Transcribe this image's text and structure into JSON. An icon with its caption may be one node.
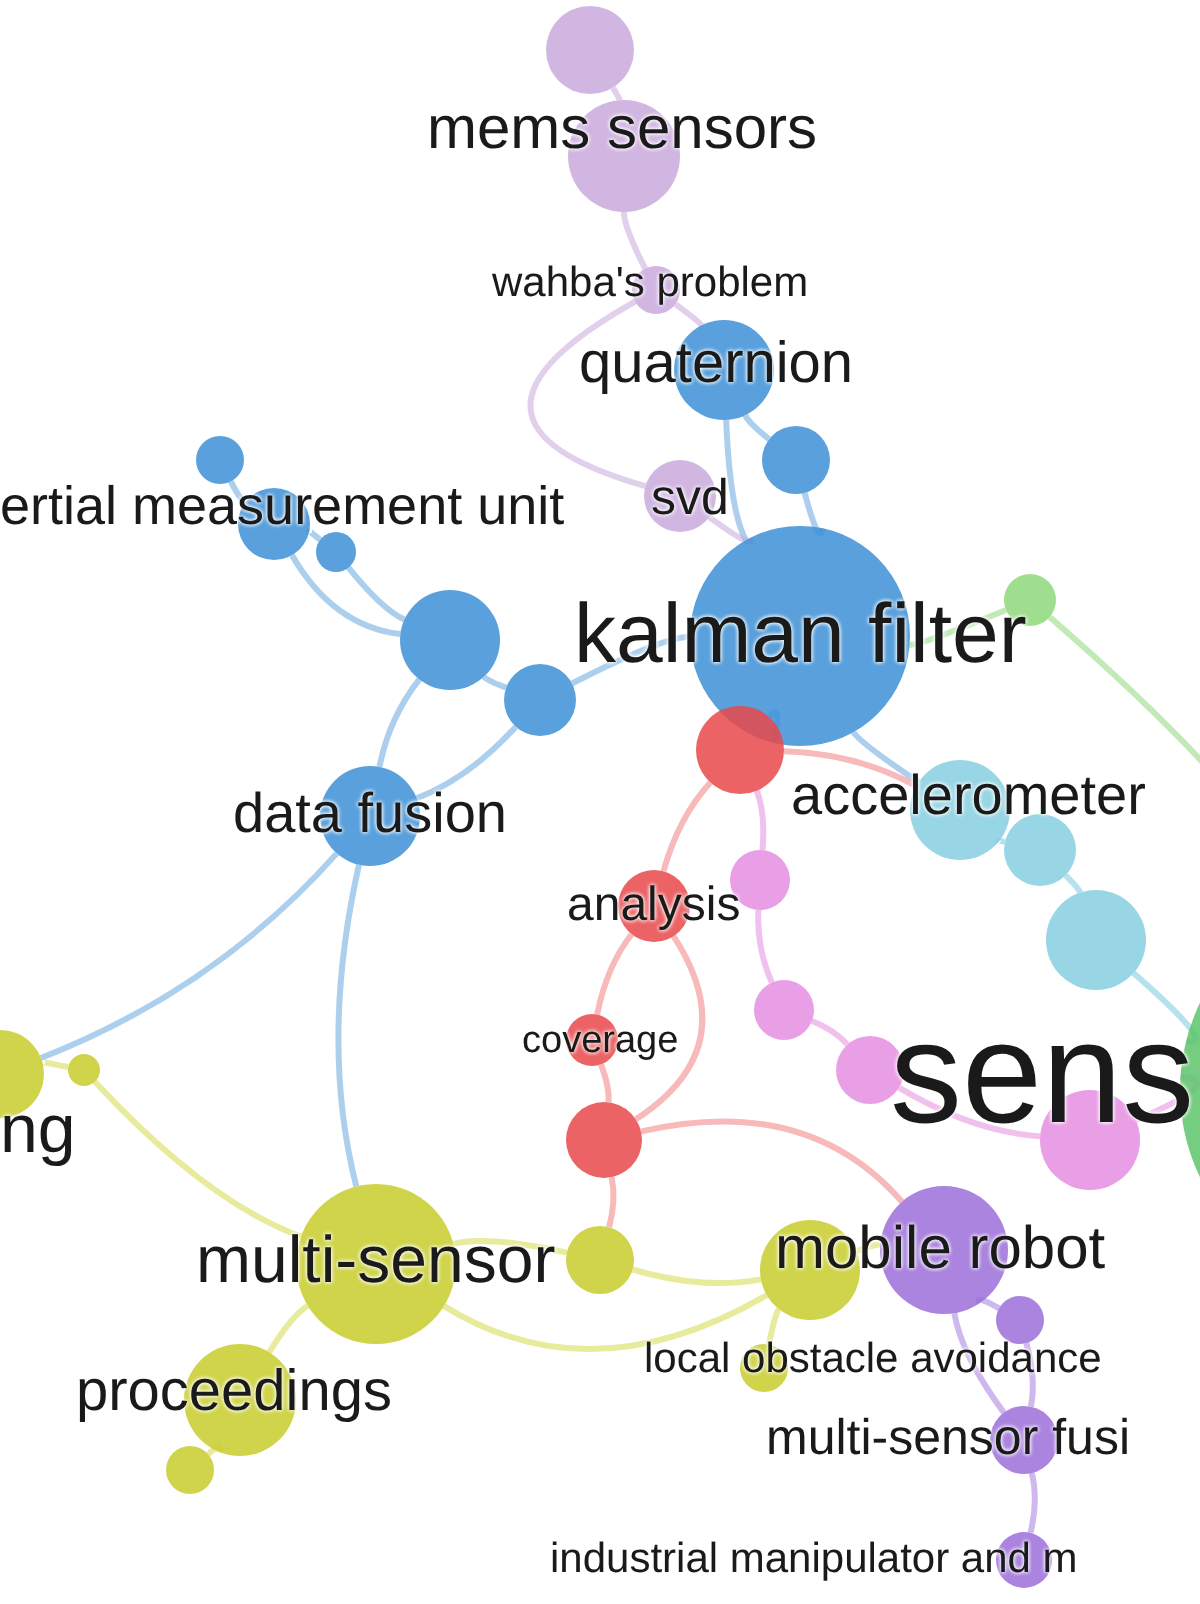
{
  "diagram": {
    "nodes": [
      {
        "text": [
          "mems sensors"
        ]
      },
      {
        "text": [
          "wahba's problem"
        ]
      },
      {
        "text": [
          "quaternion"
        ]
      },
      {
        "text": [
          "ertial measurement unit"
        ]
      },
      {
        "text": [
          "svd"
        ]
      },
      {
        "text": [
          "kalman filter"
        ]
      },
      {
        "text": [
          "data fusion"
        ]
      },
      {
        "text": [
          "accelerometer"
        ]
      },
      {
        "text": [
          "analysis"
        ]
      },
      {
        "text": [
          "coverage"
        ]
      },
      {
        "text": [
          "sens"
        ]
      },
      {
        "text": [
          "ng"
        ]
      },
      {
        "text": [
          "multi-sensor"
        ]
      },
      {
        "text": [
          "mobile robot"
        ]
      },
      {
        "text": [
          "local obstacle avoidance"
        ]
      },
      {
        "text": [
          "proceedings"
        ]
      },
      {
        "text": [
          "multi-sensor fusi"
        ]
      },
      {
        "text": [
          "industrial manipulator and m"
        ]
      },
      {
        "text": [],
        "shape": "circle"
      },
      {
        "text": [],
        "shape": "circle"
      },
      {
        "text": [],
        "shape": "circle"
      },
      {
        "text": [],
        "shape": "circle"
      },
      {
        "text": [],
        "shape": "circle"
      },
      {
        "text": [],
        "shape": "circle"
      },
      {
        "text": [],
        "shape": "circle"
      },
      {
        "text": [],
        "shape": "circle"
      },
      {
        "text": [],
        "shape": "circle"
      },
      {
        "text": [],
        "shape": "circle"
      },
      {
        "text": [],
        "shape": "circle"
      },
      {
        "text": [],
        "shape": "circle"
      },
      {
        "text": [],
        "shape": "circle"
      },
      {
        "text": [],
        "shape": "circle"
      },
      {
        "text": [],
        "shape": "circle"
      },
      {
        "text": [],
        "shape": "circle"
      },
      {
        "text": [],
        "shape": "circle"
      },
      {
        "text": [],
        "shape": "circle"
      },
      {
        "text": [],
        "shape": "circle"
      },
      {
        "text": [],
        "shape": "circle"
      }
    ],
    "edges": [
      {
        "from": 18,
        "to": 0,
        "arrow": "none",
        "color": "#c9a9dc"
      },
      {
        "from": 0,
        "to": 1,
        "arrow": "none",
        "color": "#c9a9dc"
      },
      {
        "from": 1,
        "to": 2,
        "arrow": "none",
        "color": "#c9a9dc"
      },
      {
        "from": 1,
        "to": 4,
        "arrow": "none",
        "color": "#c9a9dc"
      },
      {
        "from": 2,
        "to": 19,
        "arrow": "none"
      },
      {
        "from": 19,
        "to": 5,
        "arrow": "none"
      },
      {
        "from": 2,
        "to": 5,
        "arrow": "none"
      },
      {
        "from": 4,
        "to": 5,
        "arrow": "none",
        "color": "#c9a9dc"
      },
      {
        "from": 20,
        "to": 3,
        "arrow": "none"
      },
      {
        "from": 3,
        "to": 21,
        "arrow": "none"
      },
      {
        "from": 21,
        "to": 22,
        "arrow": "none"
      },
      {
        "from": 3,
        "to": 22,
        "arrow": "none"
      },
      {
        "from": 22,
        "to": 23,
        "arrow": "none"
      },
      {
        "from": 23,
        "to": 5,
        "arrow": "none"
      },
      {
        "from": 22,
        "to": 6,
        "arrow": "none"
      },
      {
        "from": 23,
        "to": 6,
        "arrow": "none"
      },
      {
        "from": 6,
        "to": 12,
        "arrow": "none"
      },
      {
        "from": 6,
        "to": 11,
        "arrow": "none"
      },
      {
        "from": 5,
        "to": 24,
        "arrow": "none",
        "color": "#8ed87a"
      },
      {
        "from": 24,
        "to": 10,
        "arrow": "none",
        "color": "#8ed87a"
      },
      {
        "from": 5,
        "to": 7,
        "arrow": "none"
      },
      {
        "from": 5,
        "to": 25,
        "arrow": "none"
      },
      {
        "from": 25,
        "to": 8,
        "arrow": "none",
        "color": "#f08080"
      },
      {
        "from": 25,
        "to": 7,
        "arrow": "none",
        "color": "#f08080"
      },
      {
        "from": 8,
        "to": 9,
        "arrow": "none",
        "color": "#f08080"
      },
      {
        "from": 9,
        "to": 32,
        "arrow": "none",
        "color": "#f08080"
      },
      {
        "from": 8,
        "to": 32,
        "arrow": "none",
        "color": "#f08080"
      },
      {
        "from": 32,
        "to": 34,
        "arrow": "none",
        "color": "#f08080"
      },
      {
        "from": 32,
        "to": 13,
        "arrow": "none",
        "color": "#f08080"
      },
      {
        "from": 25,
        "to": 27,
        "arrow": "none",
        "color": "#e58ee0"
      },
      {
        "from": 27,
        "to": 29,
        "arrow": "none",
        "color": "#e58ee0"
      },
      {
        "from": 29,
        "to": 30,
        "arrow": "none",
        "color": "#e58ee0"
      },
      {
        "from": 30,
        "to": 33,
        "arrow": "none",
        "color": "#e58ee0"
      },
      {
        "from": 33,
        "to": 10,
        "arrow": "none",
        "color": "#e58ee0"
      },
      {
        "from": 7,
        "to": 26,
        "arrow": "none",
        "color": "#7cc8dc"
      },
      {
        "from": 26,
        "to": 28,
        "arrow": "none",
        "color": "#7cc8dc"
      },
      {
        "from": 28,
        "to": 10,
        "arrow": "none",
        "color": "#7cc8dc"
      },
      {
        "from": 11,
        "to": 31,
        "arrow": "none",
        "color": "#d6d84a"
      },
      {
        "from": 31,
        "to": 12,
        "arrow": "none",
        "color": "#d6d84a"
      },
      {
        "from": 12,
        "to": 34,
        "arrow": "none",
        "color": "#d6d84a"
      },
      {
        "from": 34,
        "to": 35,
        "arrow": "none",
        "color": "#d6d84a"
      },
      {
        "from": 35,
        "to": 13,
        "arrow": "none",
        "color": "#d6d84a"
      },
      {
        "from": 12,
        "to": 15,
        "arrow": "none",
        "color": "#d6d84a"
      },
      {
        "from": 15,
        "to": 37,
        "arrow": "none",
        "color": "#d6d84a"
      },
      {
        "from": 35,
        "to": 14,
        "arrow": "none",
        "color": "#d6d84a"
      },
      {
        "from": 12,
        "to": 35,
        "arrow": "none",
        "color": "#d6d84a"
      },
      {
        "from": 13,
        "to": 36,
        "arrow": "none",
        "color": "#a57edf"
      },
      {
        "from": 36,
        "to": 16,
        "arrow": "none",
        "color": "#a57edf"
      },
      {
        "from": 13,
        "to": 16,
        "arrow": "none",
        "color": "#a57edf"
      },
      {
        "from": 16,
        "to": 17,
        "arrow": "none",
        "color": "#a57edf"
      }
    ]
  }
}
